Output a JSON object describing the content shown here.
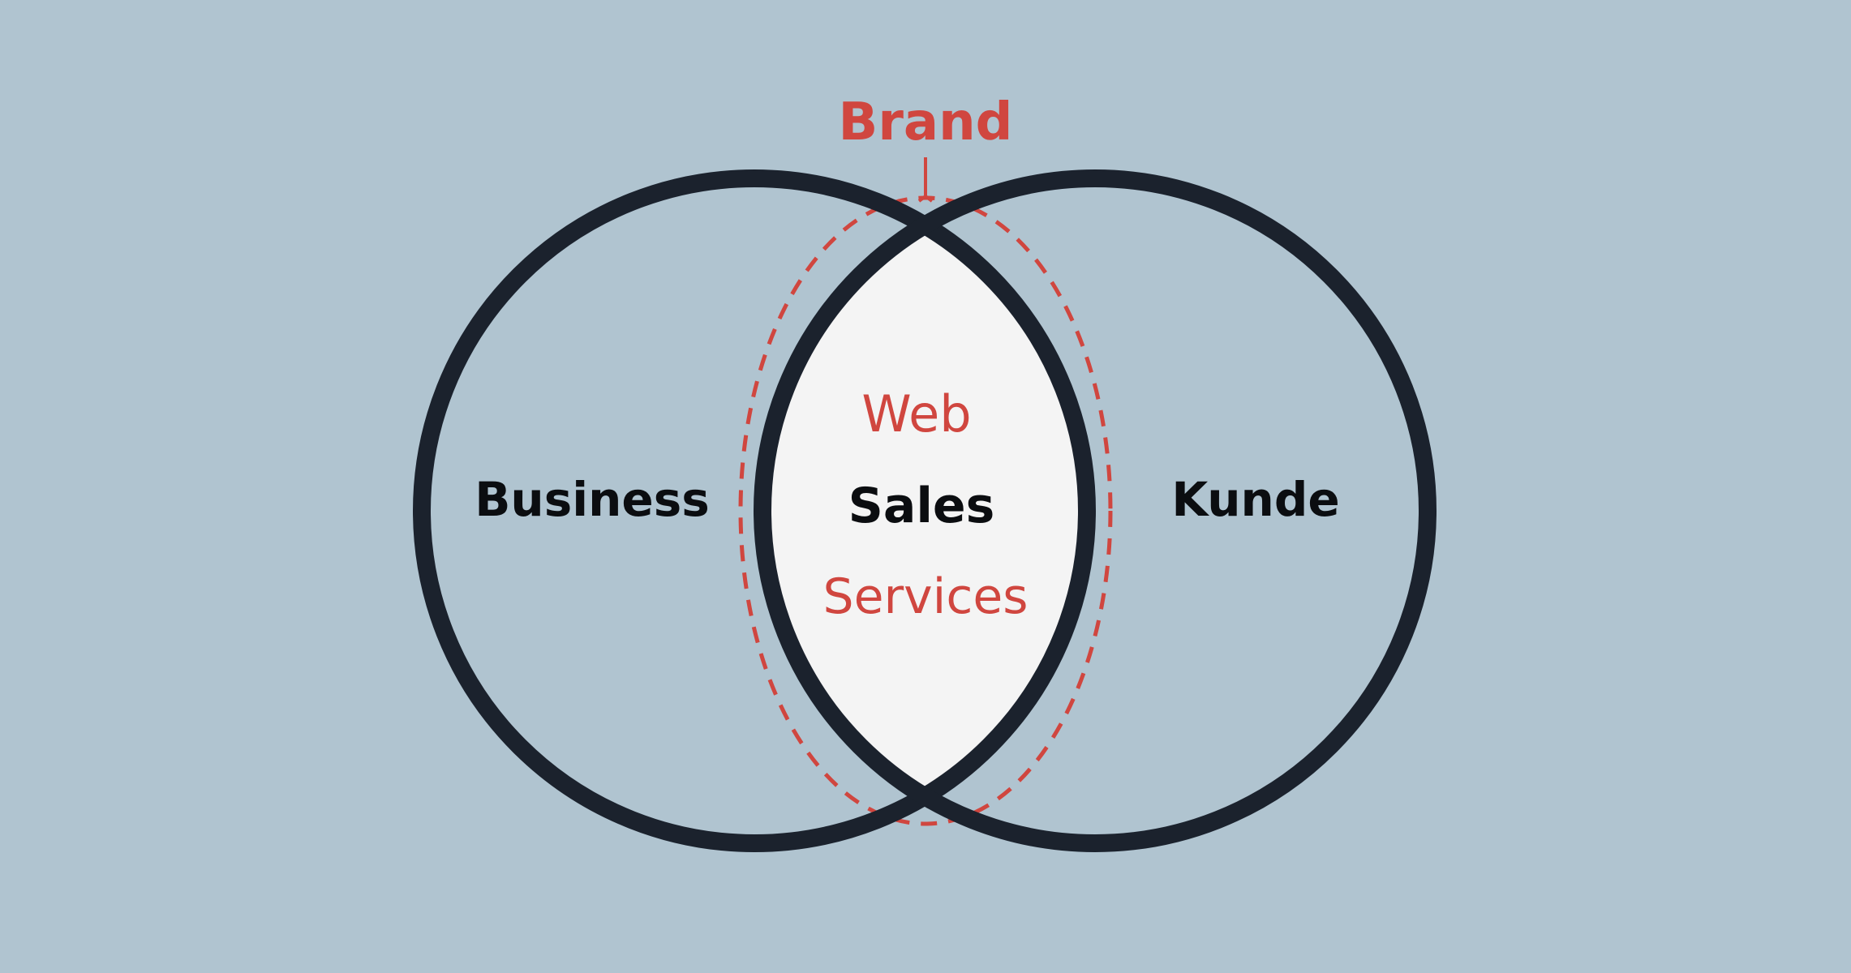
{
  "diagram": {
    "brand_label": "Brand",
    "left_circle_label": "Business",
    "right_circle_label": "Kunde",
    "intersection": {
      "top_label": "Web",
      "center_label": "Sales",
      "bottom_label": "Services"
    }
  },
  "colors": {
    "background": "#b0c4d0",
    "circle_stroke": "#1b222d",
    "accent": "#d0463f",
    "intersection_fill": "#f4f4f4",
    "text_dark": "#0b0d10"
  }
}
